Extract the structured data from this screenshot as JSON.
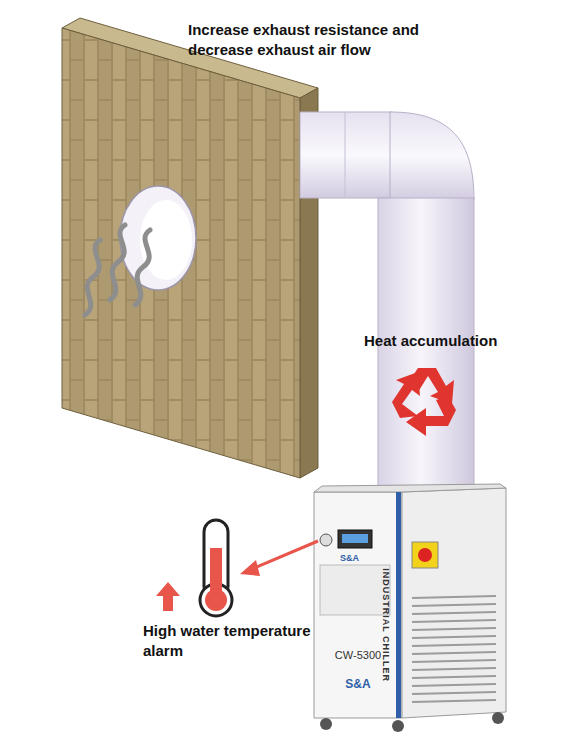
{
  "diagram": {
    "labels": [
      "Increase exhaust resistance and decrease exhaust air flow",
      "Heat accumulation",
      "High water temperature alarm",
      "S&A",
      "INDUSTRIAL CHILLER",
      "CW-5300",
      "S&A"
    ]
  }
}
